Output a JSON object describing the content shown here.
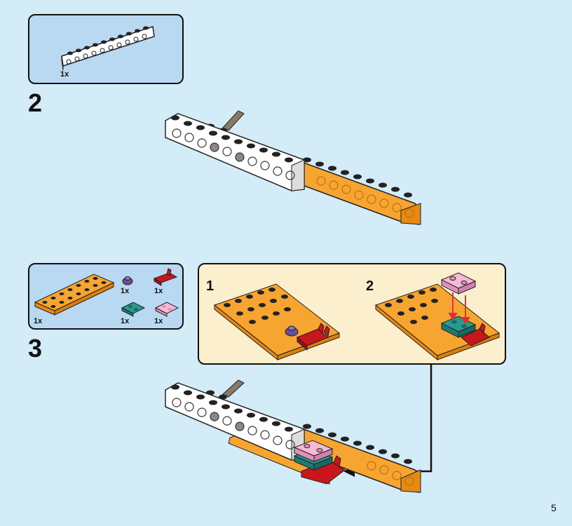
{
  "page_number": "5",
  "step2": {
    "number": "2",
    "parts": [
      {
        "qty": "1x"
      }
    ]
  },
  "step3": {
    "number": "3",
    "parts": [
      {
        "qty": "1x"
      },
      {
        "qty": "1x"
      },
      {
        "qty": "1x"
      },
      {
        "qty": "1x"
      },
      {
        "qty": "1x"
      }
    ],
    "callout": {
      "substeps": [
        {
          "number": "1"
        },
        {
          "number": "2"
        }
      ]
    }
  },
  "colors": {
    "background": "#d4ebf8",
    "parts_box": "#b9d8f2",
    "callout": "#fcefcd",
    "orange": "#f7a531",
    "white": "#ffffff",
    "red": "#c8161d",
    "teal": "#2a9a8f",
    "pink": "#f6b9d6",
    "purple": "#6a4c9c",
    "arrow": "#d8333d"
  }
}
